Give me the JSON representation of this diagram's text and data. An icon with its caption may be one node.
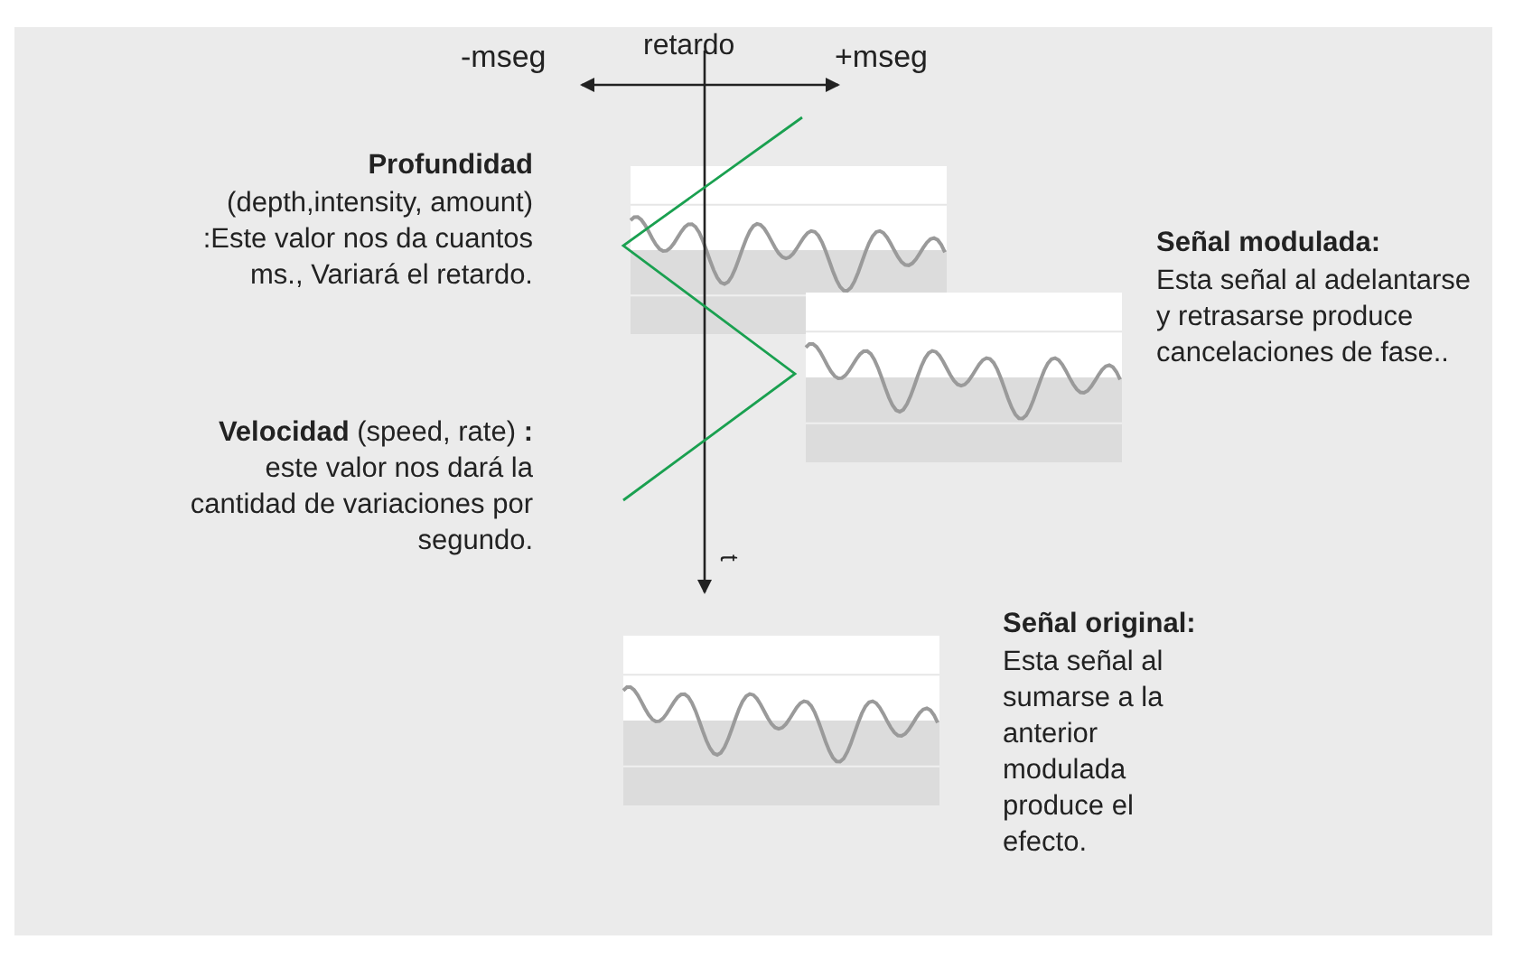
{
  "diagram": {
    "labels": [
      "-mseg",
      "retardo",
      "+mseg",
      "Profundidad",
      "(depth,intensity, amount) :Este valor nos da cuantos ms., Variará el retardo.",
      "Señal modulada:",
      "Esta señal al adelantarse y retrasarse produce cancelaciones de fase..",
      "**Velocidad** (speed, rate) **:** este valor nos dará la cantidad de variaciones por segundo.",
      "t",
      "Señal original:",
      "Esta señal al sumarse a la anterior modulada produce el efecto."
    ]
  }
}
